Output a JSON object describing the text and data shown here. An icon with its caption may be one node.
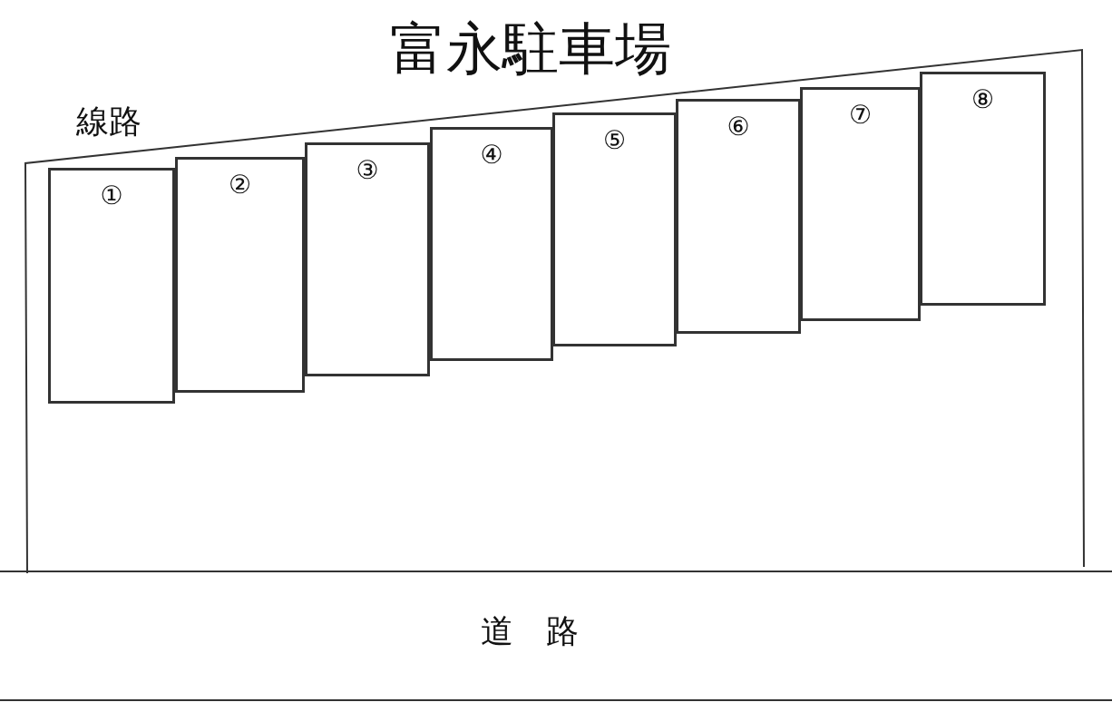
{
  "diagram": {
    "title": "富永駐車場",
    "nodes": [
      {
        "text": [
          "①"
        ]
      },
      {
        "text": [
          "②"
        ]
      },
      {
        "text": [
          "③"
        ]
      },
      {
        "text": [
          "④"
        ]
      },
      {
        "text": [
          "⑤"
        ]
      },
      {
        "text": [
          "⑥"
        ]
      },
      {
        "text": [
          "⑦"
        ]
      },
      {
        "text": [
          "⑧"
        ]
      }
    ],
    "labels": [
      "線路",
      "道　路"
    ]
  }
}
